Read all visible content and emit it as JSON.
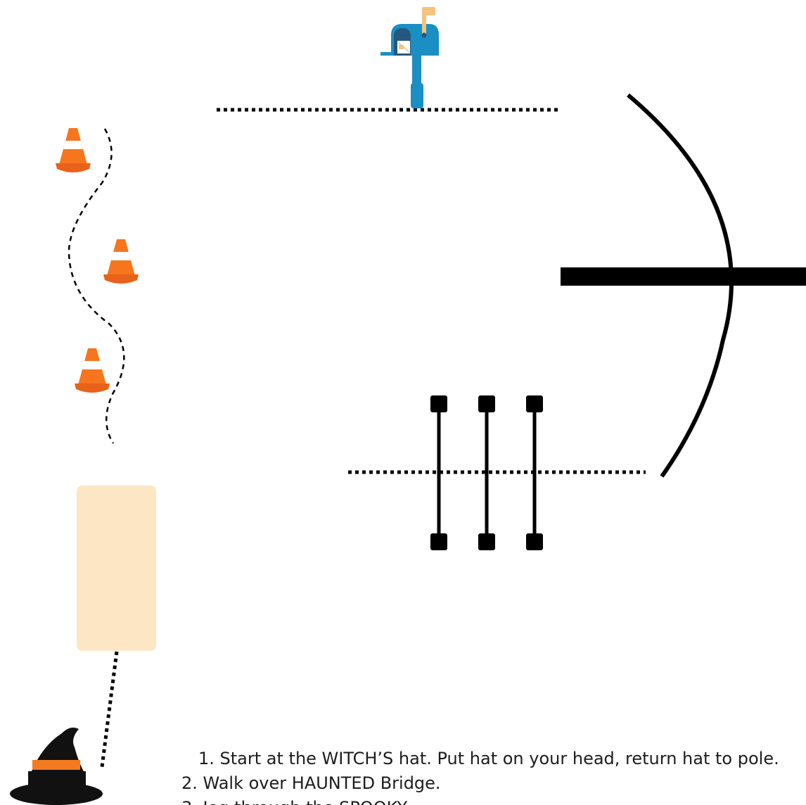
{
  "instructions": [
    "1. Start at the WITCH’S hat. Put hat on your head, return hat to pole.",
    "2. Walk over HAUNTED Bridge.",
    "3. Jog through the SPOOKY"
  ],
  "colors": {
    "line": "#000000",
    "cone": "#f7751d",
    "cone_stripe": "#ffffff",
    "mailbox": "#1a8fc4",
    "mailbox_flag": "#f6c27c",
    "bridge_pad": "#fde6c4",
    "hat": "#111111",
    "hat_band": "#f47a20"
  },
  "icons": [
    "mailbox-icon",
    "traffic-cone-icon",
    "witch-hat-icon"
  ]
}
